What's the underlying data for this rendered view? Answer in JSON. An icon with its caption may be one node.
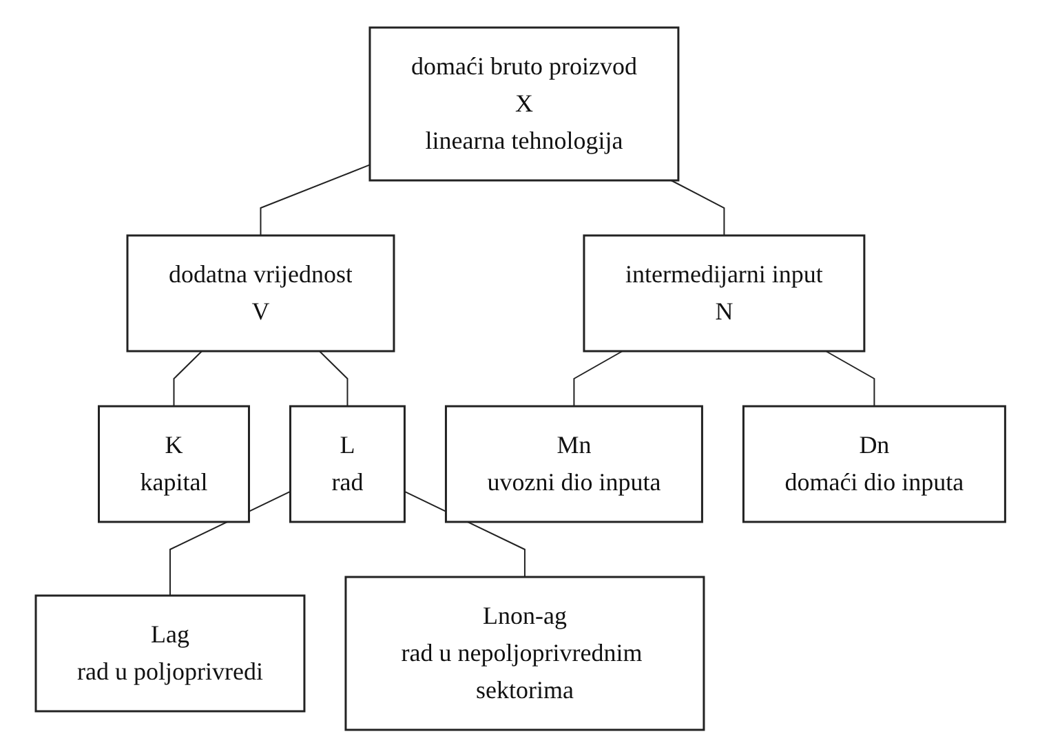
{
  "diagram": {
    "nodes": [
      {
        "text": [
          "domaći bruto proizvod",
          "X",
          "linearna tehnologija"
        ]
      },
      {
        "text": [
          "dodatna vrijednost",
          "V"
        ]
      },
      {
        "text": [
          "intermedijarni input",
          "N"
        ]
      },
      {
        "text": [
          "K",
          "kapital"
        ]
      },
      {
        "text": [
          "L",
          "rad"
        ]
      },
      {
        "text": [
          "Lag",
          "rad u poljoprivredi"
        ]
      },
      {
        "text": [
          "Lnon-ag",
          "rad u nepoljoprivrednim sektorima"
        ]
      },
      {
        "text": [
          "Mn",
          "uvozni dio inputa"
        ]
      },
      {
        "text": [
          "Dn",
          "domaći dio inputa"
        ]
      }
    ],
    "edges": [
      {
        "from": 0,
        "to": 1,
        "arrow": "none"
      },
      {
        "from": 0,
        "to": 2,
        "arrow": "none"
      },
      {
        "from": 1,
        "to": 3,
        "arrow": "none"
      },
      {
        "from": 1,
        "to": 4,
        "arrow": "none"
      },
      {
        "from": 4,
        "to": 5,
        "arrow": "none"
      },
      {
        "from": 4,
        "to": 6,
        "arrow": "none"
      },
      {
        "from": 2,
        "to": 7,
        "arrow": "none"
      },
      {
        "from": 2,
        "to": 8,
        "arrow": "none"
      }
    ]
  }
}
